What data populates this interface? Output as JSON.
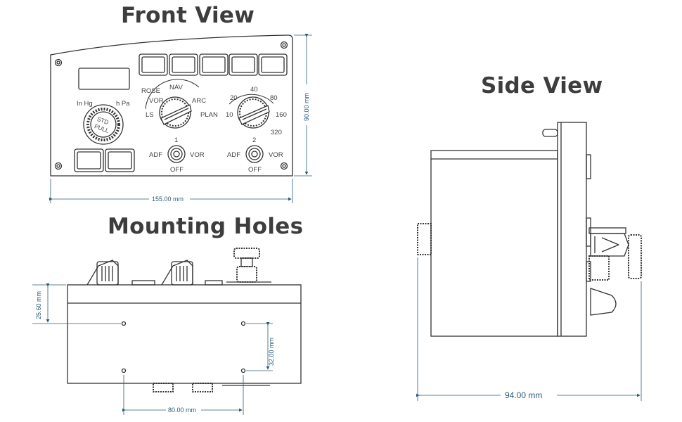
{
  "titles": {
    "front": "Front View",
    "side": "Side View",
    "mounting": "Mounting Holes"
  },
  "dimensions": {
    "front_width": "155.00 mm",
    "front_height": "90.00 mm",
    "side_depth": "94.00 mm",
    "hole_top_offset": "25.60 mm",
    "hole_vertical_spacing": "32.00 mm",
    "hole_horizontal_spacing": "80.00 mm"
  },
  "panel_labels": {
    "baro_left": "In Hg",
    "baro_right": "h Pa",
    "knob_pull": "PULL",
    "knob_std": "STD",
    "mode_rose": "ROSE",
    "mode_nav": "NAV",
    "mode_vor": "VOR",
    "mode_arc": "ARC",
    "mode_ls": "LS",
    "mode_plan": "PLAN",
    "range_20": "20",
    "range_40": "40",
    "range_80": "80",
    "range_10": "10",
    "range_160": "160",
    "range_320": "320",
    "sw1_num": "1",
    "sw1_left": "ADF",
    "sw1_right": "VOR",
    "sw1_bottom": "OFF",
    "sw2_num": "2",
    "sw2_left": "ADF",
    "sw2_right": "VOR",
    "sw2_bottom": "OFF"
  },
  "colors": {
    "outline": "#333333",
    "dimension": "#2a5d7a",
    "title": "#3d3d3d"
  }
}
